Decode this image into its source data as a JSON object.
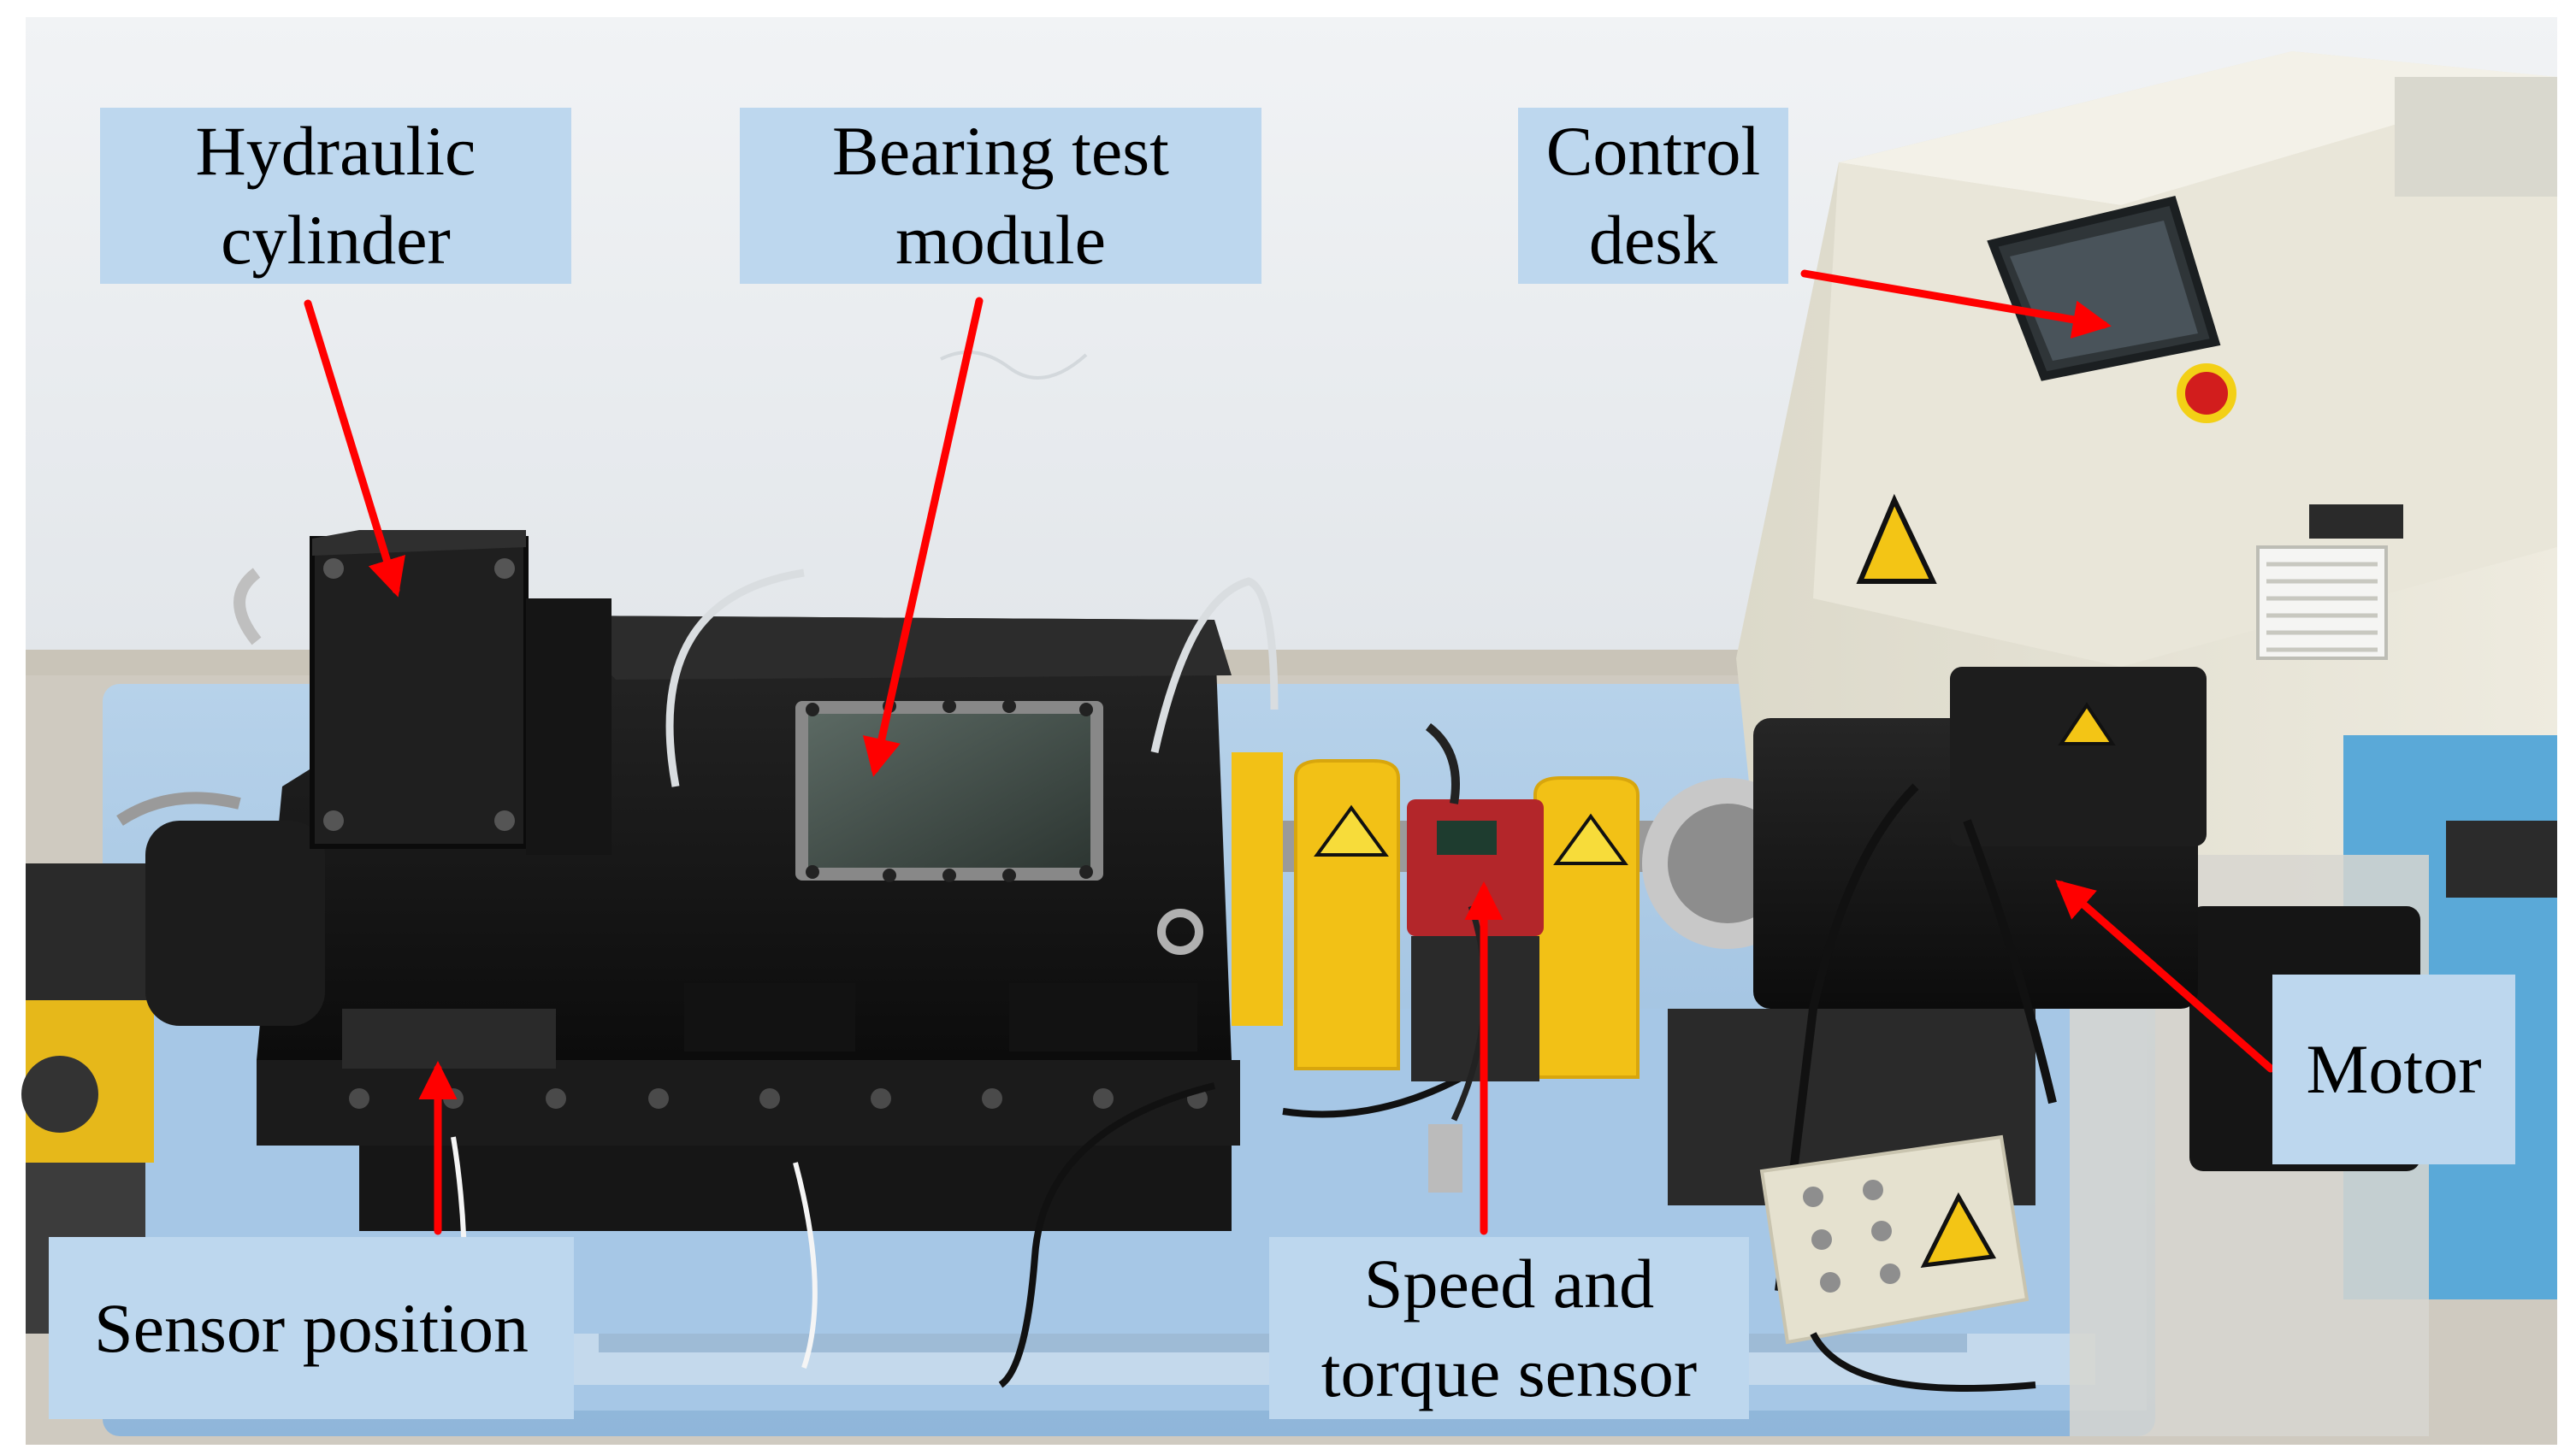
{
  "labels": {
    "hydraulic_cylinder": [
      "Hydraulic",
      "cylinder"
    ],
    "bearing_test_module": [
      "Bearing test",
      "module"
    ],
    "control_desk": [
      "Control",
      "desk"
    ],
    "motor": [
      "Motor"
    ],
    "speed_torque_sensor": [
      "Speed and",
      "torque sensor"
    ],
    "sensor_position": [
      "Sensor position"
    ]
  },
  "colors": {
    "label_background": "#bdd7ee",
    "arrow": "#ff0000",
    "table_blue": "#9fc3e3",
    "machine_black": "#141414",
    "guard_yellow": "#f2c116",
    "cabinet_beige": "#e7e4d6",
    "wall": "#eef1f3"
  }
}
